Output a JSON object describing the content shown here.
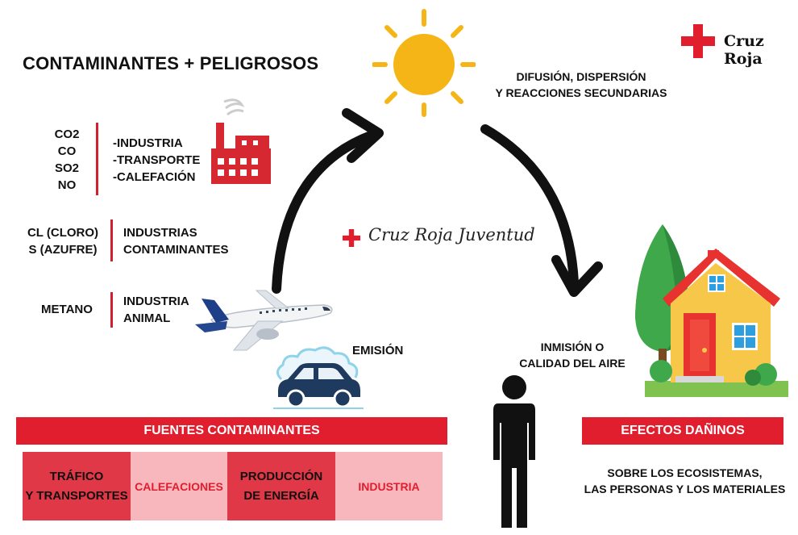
{
  "title": "CONTAMINANTES + PELIGROSOS",
  "brand": {
    "name": "Cruz Roja",
    "youth": "Cruz Roja Juventud",
    "red": "#e01e2e"
  },
  "pollutant_groups": [
    {
      "pollutants": [
        "CO2",
        "CO",
        "SO2",
        "NO"
      ],
      "sources": [
        "-INDUSTRIA",
        "-TRANSPORTE",
        "-CALEFACIÓN"
      ]
    },
    {
      "pollutants": [
        "CL (CLORO)",
        "S (AZUFRE)"
      ],
      "sources": [
        "INDUSTRIAS",
        "CONTAMINANTES"
      ]
    },
    {
      "pollutants": [
        "METANO"
      ],
      "sources": [
        "INDUSTRIA",
        "ANIMAL"
      ]
    }
  ],
  "cycle": {
    "emission": "EMISIÓN",
    "diffusion": [
      "DIFUSIÓN, DISPERSIÓN",
      "Y REACCIONES SECUNDARIAS"
    ],
    "immission": [
      "INMISIÓN O",
      "CALIDAD DEL AIRE"
    ]
  },
  "sources_banner": "FUENTES CONTAMINANTES",
  "sources": [
    {
      "lines": [
        "TRÁFICO",
        "Y TRANSPORTES"
      ]
    },
    {
      "lines": [
        "CALEFACIONES"
      ]
    },
    {
      "lines": [
        "PRODUCCIÓN",
        "DE ENERGÍA"
      ]
    },
    {
      "lines": [
        "INDUSTRIA"
      ]
    }
  ],
  "effects_banner": "EFECTOS DAÑINOS",
  "effects": [
    "SOBRE LOS ECOSISTEMAS,",
    "LAS PERSONAS Y LOS MATERIALES"
  ],
  "icons": [
    "factory-icon",
    "sun-icon",
    "airplane-icon",
    "car-icon",
    "house-icon",
    "tree-icon",
    "person-icon",
    "red-cross-icon"
  ]
}
